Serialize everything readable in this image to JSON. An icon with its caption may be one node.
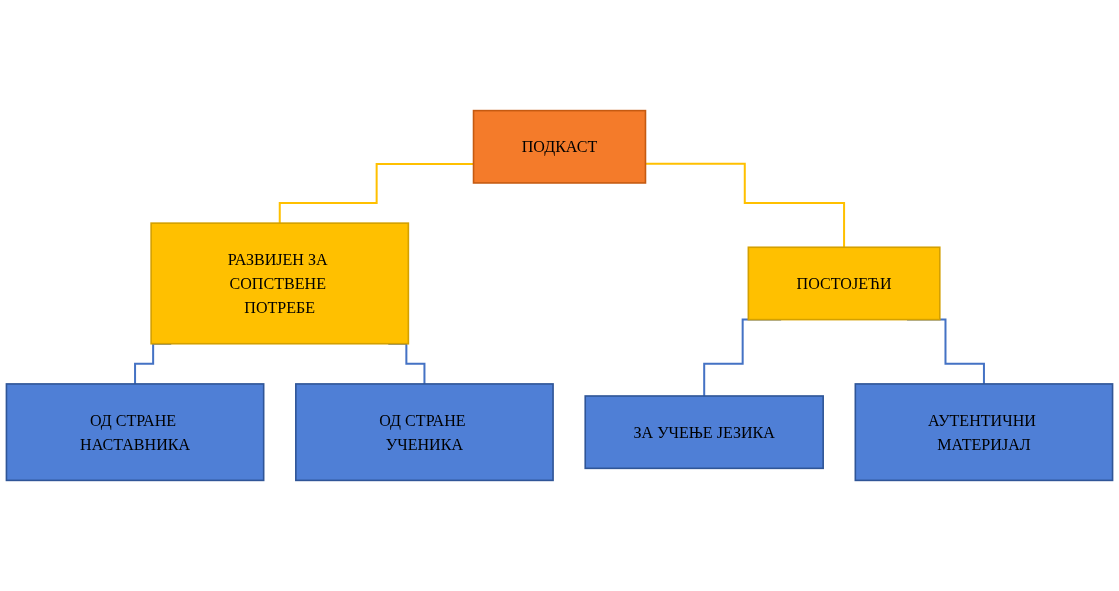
{
  "diagram": {
    "nodes": [
      {
        "text": [
          "ПОДКАСТ"
        ]
      },
      {
        "text": [
          "РАЗВИЈЕН ЗА СОПСТВЕНЕ ПОТРЕБЕ"
        ]
      },
      {
        "text": [
          "ПОСТОЈЕЋИ"
        ]
      },
      {
        "text": [
          "ОД СТРАНЕ НАСТАВНИКА"
        ]
      },
      {
        "text": [
          "ОД СТРАНЕ УЧЕНИКА"
        ]
      },
      {
        "text": [
          "ЗА УЧЕЊЕ ЈЕЗИКА"
        ]
      },
      {
        "text": [
          "АУТЕНТИЧНИ МАТЕРИЈАЛ"
        ]
      }
    ],
    "edges": [
      {
        "from": 0,
        "to": 1,
        "arrow": "none",
        "color": "#ffc000"
      },
      {
        "from": 0,
        "to": 2,
        "arrow": "none",
        "color": "#ffc000"
      },
      {
        "from": 1,
        "to": 3,
        "arrow": "none"
      },
      {
        "from": 1,
        "to": 4,
        "arrow": "none"
      },
      {
        "from": 2,
        "to": 5,
        "arrow": "none"
      },
      {
        "from": 2,
        "to": 6,
        "arrow": "none"
      }
    ]
  }
}
